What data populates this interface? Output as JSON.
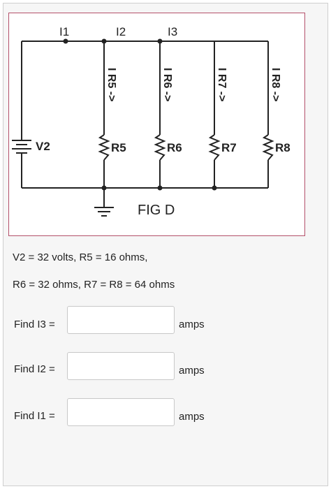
{
  "figure": {
    "current_labels": [
      "I1",
      "I2",
      "I3"
    ],
    "branch_current_labels": [
      "I R5 ->",
      "I R6 ->",
      "I R7 ->",
      "I R8 ->"
    ],
    "source_label": "V2",
    "resistor_labels": [
      "R5",
      "R6",
      "R7",
      "R8"
    ],
    "caption": "FIG D"
  },
  "given": {
    "line1": "V2 = 32 volts, R5 = 16 ohms,",
    "line2": "R6 = 32 ohms, R7 = R8 = 64 ohms"
  },
  "questions": [
    {
      "label": "Find I3 =",
      "value": "",
      "unit": "amps"
    },
    {
      "label": "Find I2 =",
      "value": "",
      "unit": "amps"
    },
    {
      "label": "Find I1 =",
      "value": "",
      "unit": "amps"
    }
  ],
  "colors": {
    "figure_border": "#b4506a",
    "wire": "#222222"
  }
}
